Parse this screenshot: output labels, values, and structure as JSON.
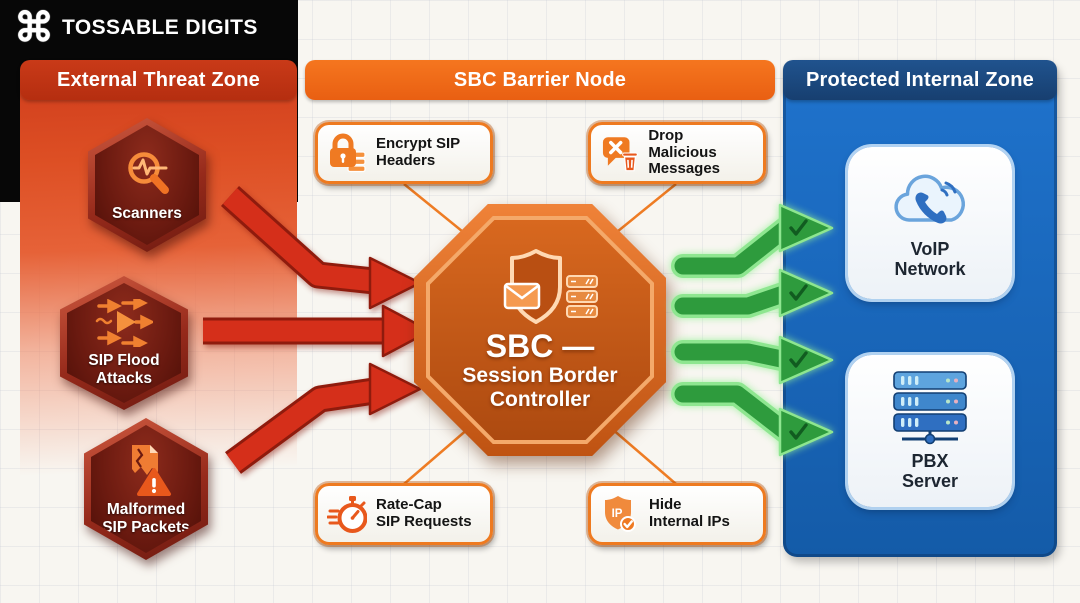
{
  "brand": {
    "name": "TOSSABLE DIGITS",
    "logo_glyph": "⌘"
  },
  "zones": {
    "external": {
      "title": "External Threat Zone",
      "threats": [
        {
          "id": "scanners",
          "label": "Scanners",
          "icon": "scanner-magnifier-icon"
        },
        {
          "id": "sip-flood",
          "label": "SIP Flood\nAttacks",
          "icon": "sip-flood-arrows-icon"
        },
        {
          "id": "malformed",
          "label": "Malformed\nSIP Packets",
          "icon": "malformed-packet-warning-icon"
        }
      ]
    },
    "barrier": {
      "title": "SBC Barrier Node",
      "capabilities": [
        {
          "id": "encrypt-sip-headers",
          "label": "Encrypt SIP\nHeaders",
          "icon": "padlock-server-icon"
        },
        {
          "id": "drop-malicious-messages",
          "label": "Drop Malicious\nMessages",
          "icon": "blocked-message-trash-icon"
        },
        {
          "id": "rate-cap-sip-requests",
          "label": "Rate-Cap\nSIP Requests",
          "icon": "stopwatch-icon"
        },
        {
          "id": "hide-internal-ips",
          "label": "Hide\nInternal IPs",
          "icon": "ip-shield-check-icon"
        }
      ],
      "node": {
        "acronym": "SBC —",
        "name": "Session Border\nController",
        "icon": "shield-mail-server-icon"
      }
    },
    "internal": {
      "title": "Protected Internal Zone",
      "systems": [
        {
          "id": "voip-network",
          "label": "VoIP\nNetwork",
          "icon": "cloud-phone-icon"
        },
        {
          "id": "pbx-server",
          "label": "PBX\nServer",
          "icon": "server-rack-icon"
        }
      ]
    }
  },
  "flows": {
    "inbound_threat_arrows": {
      "count": 3,
      "color": "#d52f1a"
    },
    "outbound_clean_arrows": {
      "count": 4,
      "color": "#2e9b3d",
      "marker": "check"
    }
  },
  "palette": {
    "threat_red": "#c93a18",
    "barrier_orange": "#f2691c",
    "internal_navy": "#1c4a85",
    "internal_blue": "#1f73cd",
    "safe_green": "#2e9b3d",
    "background": "#f8f6f1",
    "banner_black": "#070707"
  }
}
